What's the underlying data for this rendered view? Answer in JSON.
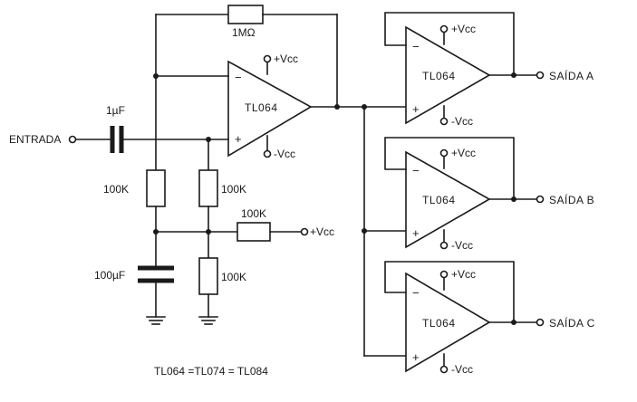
{
  "input_label": "ENTRADA",
  "outputs": [
    "SAÍDA A",
    "SAÍDA B",
    "SAÍDA C"
  ],
  "opamps": [
    {
      "label": "TL064",
      "supply_pos": "+Vcc",
      "supply_neg": "-Vcc"
    },
    {
      "label": "TL064",
      "supply_pos": "+Vcc",
      "supply_neg": "-Vcc"
    },
    {
      "label": "TL064",
      "supply_pos": "+Vcc",
      "supply_neg": "-Vcc"
    },
    {
      "label": "TL064",
      "supply_pos": "+Vcc",
      "supply_neg": "-Vcc"
    }
  ],
  "components": {
    "feedback_resistor": "1MΩ",
    "input_capacitor": "1µF",
    "resistor_left": "100K",
    "resistor_mid": "100K",
    "resistor_series": "100K",
    "resistor_bottom": "100K",
    "capacitor_bottom": "100µF",
    "bias_supply": "+Vcc"
  },
  "signs": {
    "minus": "−",
    "plus": "+"
  },
  "note": "TL064 =TL074 = TL084"
}
